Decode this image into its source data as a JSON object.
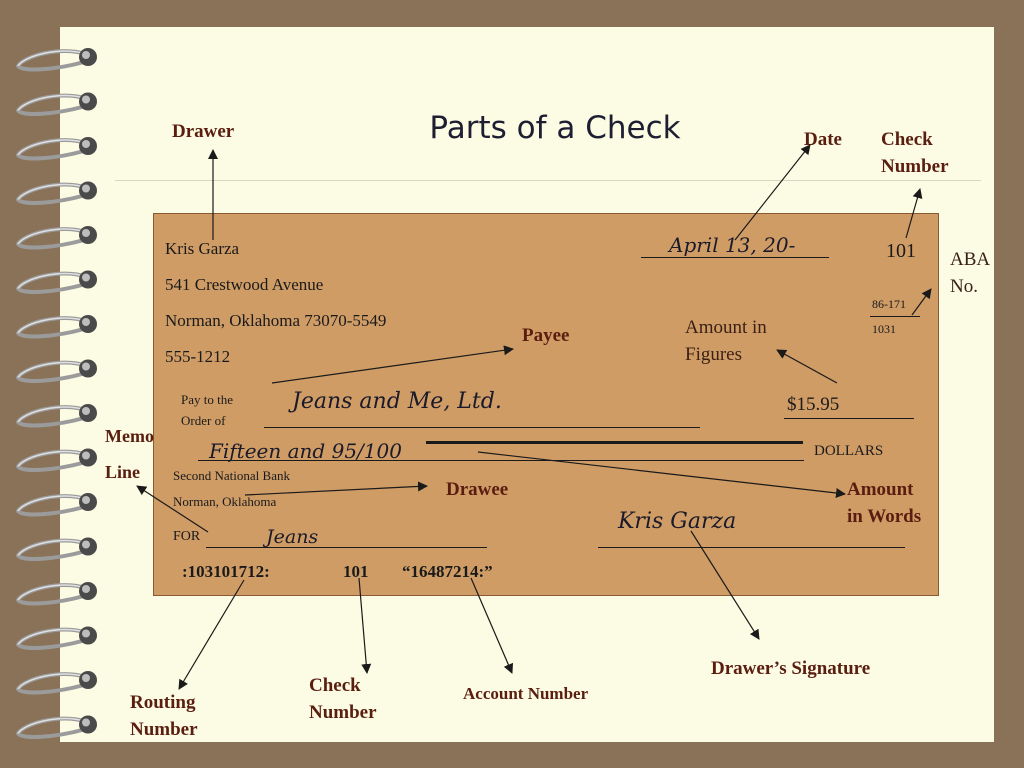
{
  "title": "Parts of a Check",
  "check": {
    "drawer_name": "Kris Garza",
    "address_line1": "541 Crestwood Avenue",
    "address_line2": "Norman, Oklahoma 73070-5549",
    "phone": "555-1212",
    "date": "April 13, 20-",
    "check_number": "101",
    "aba_top": "86-171",
    "aba_bottom": "1031",
    "pay_to_label_1": "Pay to the",
    "pay_to_label_2": "Order of",
    "payee": "Jeans and Me, Ltd.",
    "amount_figures": "$15.95",
    "amount_words": "Fifteen and 95/100",
    "dollars_label": "DOLLARS",
    "bank_name": "Second National Bank",
    "bank_city": "Norman, Oklahoma",
    "for_label": "FOR",
    "memo": "Jeans",
    "signature": "Kris Garza",
    "micr_routing": ":103101712:",
    "micr_check": "101",
    "micr_account": "“16487214:”"
  },
  "labels": {
    "drawer": "Drawer",
    "date": "Date",
    "check_number_top_1": "Check",
    "check_number_top_2": "Number",
    "aba_1": "ABA",
    "aba_2": "No.",
    "payee": "Payee",
    "amount_in_figures_1": "Amount in",
    "amount_in_figures_2": "Figures",
    "memo_line_1": "Memo",
    "memo_line_2": "Line",
    "drawee": "Drawee",
    "amount_in_words_1": "Amount",
    "amount_in_words_2": "in Words",
    "drawers_signature": "Drawer’s Signature",
    "routing_number_1": "Routing",
    "routing_number_2": "Number",
    "check_number_bottom_1": "Check",
    "check_number_bottom_2": "Number",
    "account_number": "Account Number"
  }
}
